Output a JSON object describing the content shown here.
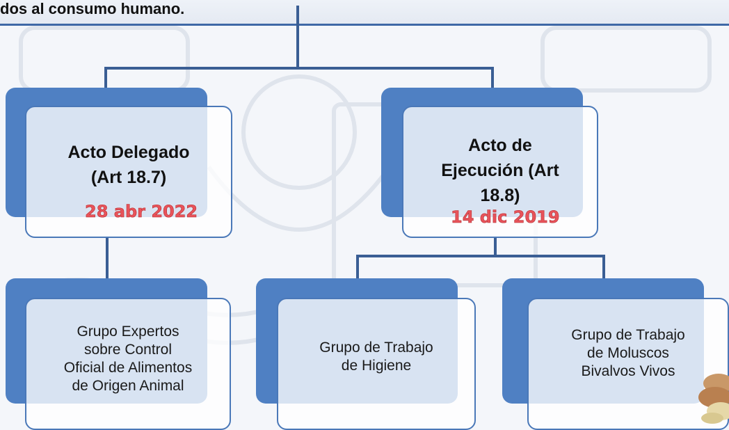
{
  "header": {
    "title": "dos al consumo humano."
  },
  "nodes": {
    "delegated": {
      "title": "Acto   Delegado\n(Art 18.7)",
      "date": "28 abr 2022"
    },
    "execution": {
      "title": "Acto de\nEjecución (Art\n18.8)",
      "date": "14 dic 2019"
    },
    "experts": {
      "text": "Grupo Expertos\nsobre Control\nOficial de Alimentos\nde Origen Animal"
    },
    "hygiene": {
      "text": "Grupo de Trabajo\nde Higiene"
    },
    "molluscs": {
      "text": "Grupo de Trabajo\nde Moluscos\nBivalvos Vivos"
    }
  },
  "colors": {
    "accent": "#4f80c3",
    "connector": "#3a5e94",
    "date": "#e8535a"
  }
}
